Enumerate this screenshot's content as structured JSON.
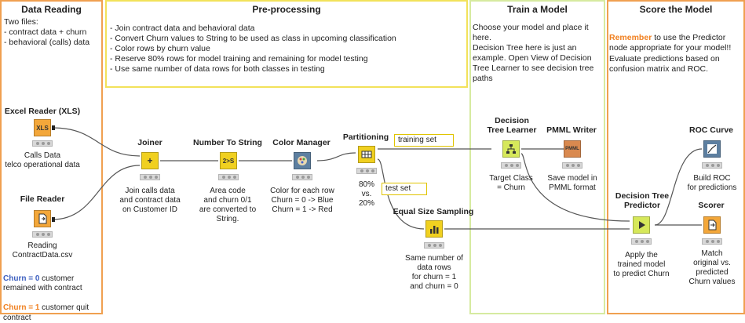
{
  "colors": {
    "orange_border": "#f0a050",
    "yellow_border": "#f2e25a",
    "green_border": "#d6eaa0",
    "node_orange": "#f3a73a",
    "node_yellow": "#f0d020",
    "node_blue": "#5d7fa0",
    "node_brown": "#d9894f",
    "churn0": "#3c5fbf",
    "churn1": "#f08020"
  },
  "sections": {
    "data_reading": {
      "title": "Data Reading",
      "note": "Two files:\n - contract data + churn\n - behavioral (calls) data"
    },
    "preprocessing": {
      "title": "Pre-processing",
      "note": "- Join contract data and behavioral data\n- Convert Churn values to String to be used as class in upcoming classification\n- Color rows by churn value\n- Reserve 80% rows for model training and remaining for model testing\n- Use same number of data rows for both classes in testing"
    },
    "train": {
      "title": "Train a Model",
      "note": "Choose your model and place it here.\nDecision Tree here is just an example. Open View of Decision Tree Learner to see decision tree paths"
    },
    "score": {
      "title": "Score the Model",
      "remember": "Remember",
      "note_rest": " to use the Predictor node appropriate for your model!!",
      "note2": "Evaluate predictions based on confusion matrix and ROC."
    }
  },
  "nodes": {
    "excel_reader": {
      "title": "Excel Reader (XLS)",
      "desc": "Calls Data\ntelco operational data",
      "icon": "xls-reader-icon",
      "glyph": "XLS"
    },
    "file_reader": {
      "title": "File Reader",
      "desc": "Reading\nContractData.csv",
      "icon": "file-reader-icon",
      "glyph": ""
    },
    "joiner": {
      "title": "Joiner",
      "desc": "Join calls data\nand contract data\non Customer ID",
      "icon": "joiner-icon",
      "glyph": "+"
    },
    "number_to_string": {
      "title": "Number To String",
      "desc": "Area code\nand churn 0/1\nare converted to\nString.",
      "icon": "number-to-string-icon",
      "glyph": "2>S"
    },
    "color_manager": {
      "title": "Color Manager",
      "desc": "Color for each row\nChurn = 0 -> Blue\nChurn = 1 -> Red",
      "icon": "palette-icon",
      "glyph": ""
    },
    "partitioning": {
      "title": "Partitioning",
      "desc": "80%\nvs.\n20%",
      "icon": "partition-icon",
      "glyph": ""
    },
    "equal_size_sampling": {
      "title": "Equal Size Sampling",
      "desc": "Same number of\ndata rows\nfor churn = 1\nand churn = 0",
      "icon": "sampling-icon",
      "glyph": ""
    },
    "dt_learner": {
      "title": "Decision\nTree Learner",
      "desc": "Target Class\n= Churn",
      "icon": "tree-learner-icon",
      "glyph": ""
    },
    "pmml_writer": {
      "title": "PMML Writer",
      "desc": "Save model in\nPMML format",
      "icon": "pmml-writer-icon",
      "glyph": "PMML"
    },
    "dt_predictor": {
      "title": "Decision Tree\nPredictor",
      "desc": "Apply the\ntrained model\nto predict Churn",
      "icon": "tree-predictor-icon",
      "glyph": ""
    },
    "roc_curve": {
      "title": "ROC Curve",
      "desc": "Build ROC\nfor predictions",
      "icon": "roc-chart-icon",
      "glyph": ""
    },
    "scorer": {
      "title": "Scorer",
      "desc": "Match\noriginal vs.\npredicted\nChurn values",
      "icon": "scorer-icon",
      "glyph": ""
    }
  },
  "labels": {
    "training_set": "training set",
    "test_set": "test set"
  },
  "legend": {
    "churn0_key": "Churn = 0",
    "churn0_text": " customer remained with contract",
    "churn1_key": "Churn = 1",
    "churn1_text": " customer quit contract"
  }
}
